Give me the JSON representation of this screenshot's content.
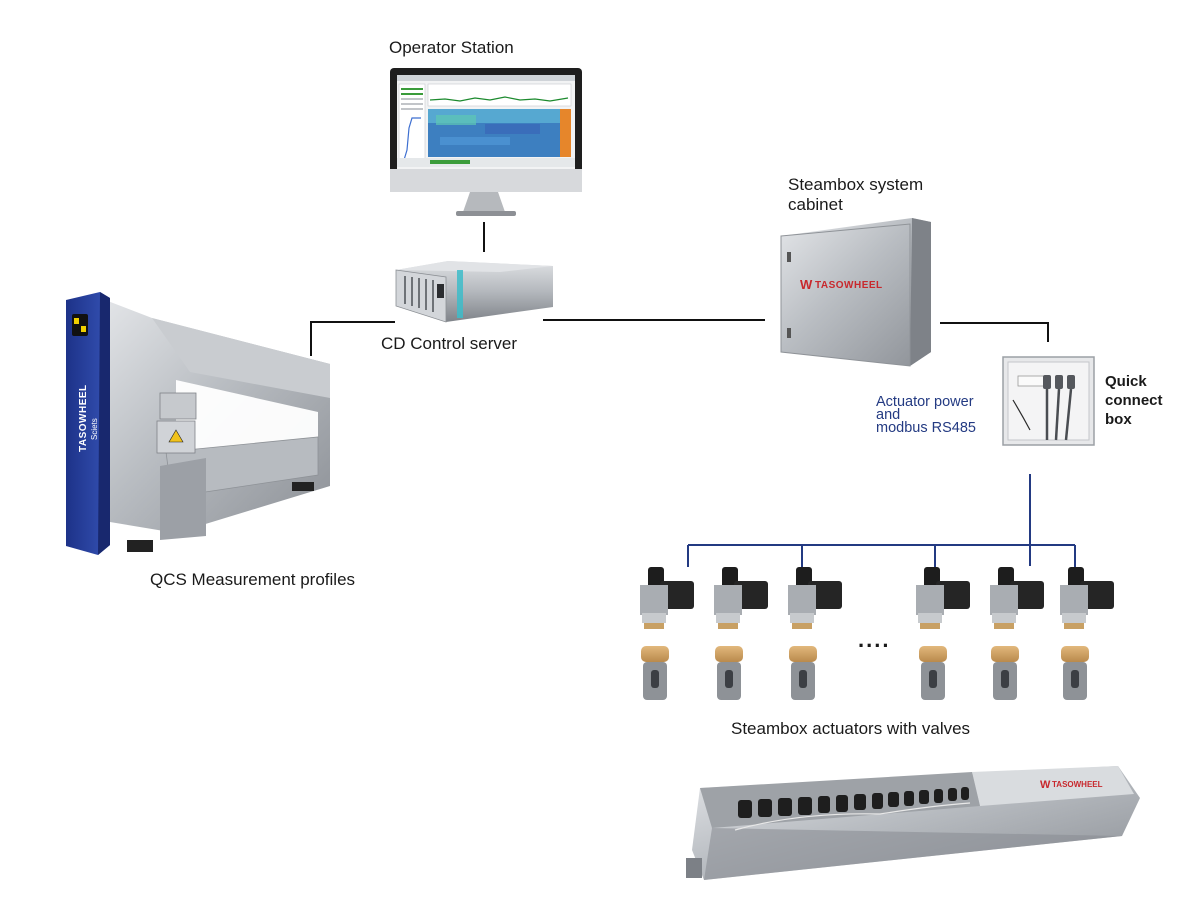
{
  "labels": {
    "operator_station": "Operator Station",
    "steambox_cabinet": "Steambox system\n cabinet",
    "cd_server": "CD Control server",
    "qcs_profiles": "QCS Measurement profiles",
    "actuator_power": "Actuator power\nand\nmodbus RS485",
    "quick_connect": "Quick\nconnect\nbox",
    "ellipsis": "....",
    "steambox_actuators": "Steambox actuators with valves"
  },
  "brand": {
    "name": "TASOWHEEL",
    "subname": "Sciets"
  },
  "colors": {
    "bus_line": "#233a82",
    "link_line": "#111111",
    "brand_red": "#c8282d",
    "scanner_blue": "#27409c"
  }
}
